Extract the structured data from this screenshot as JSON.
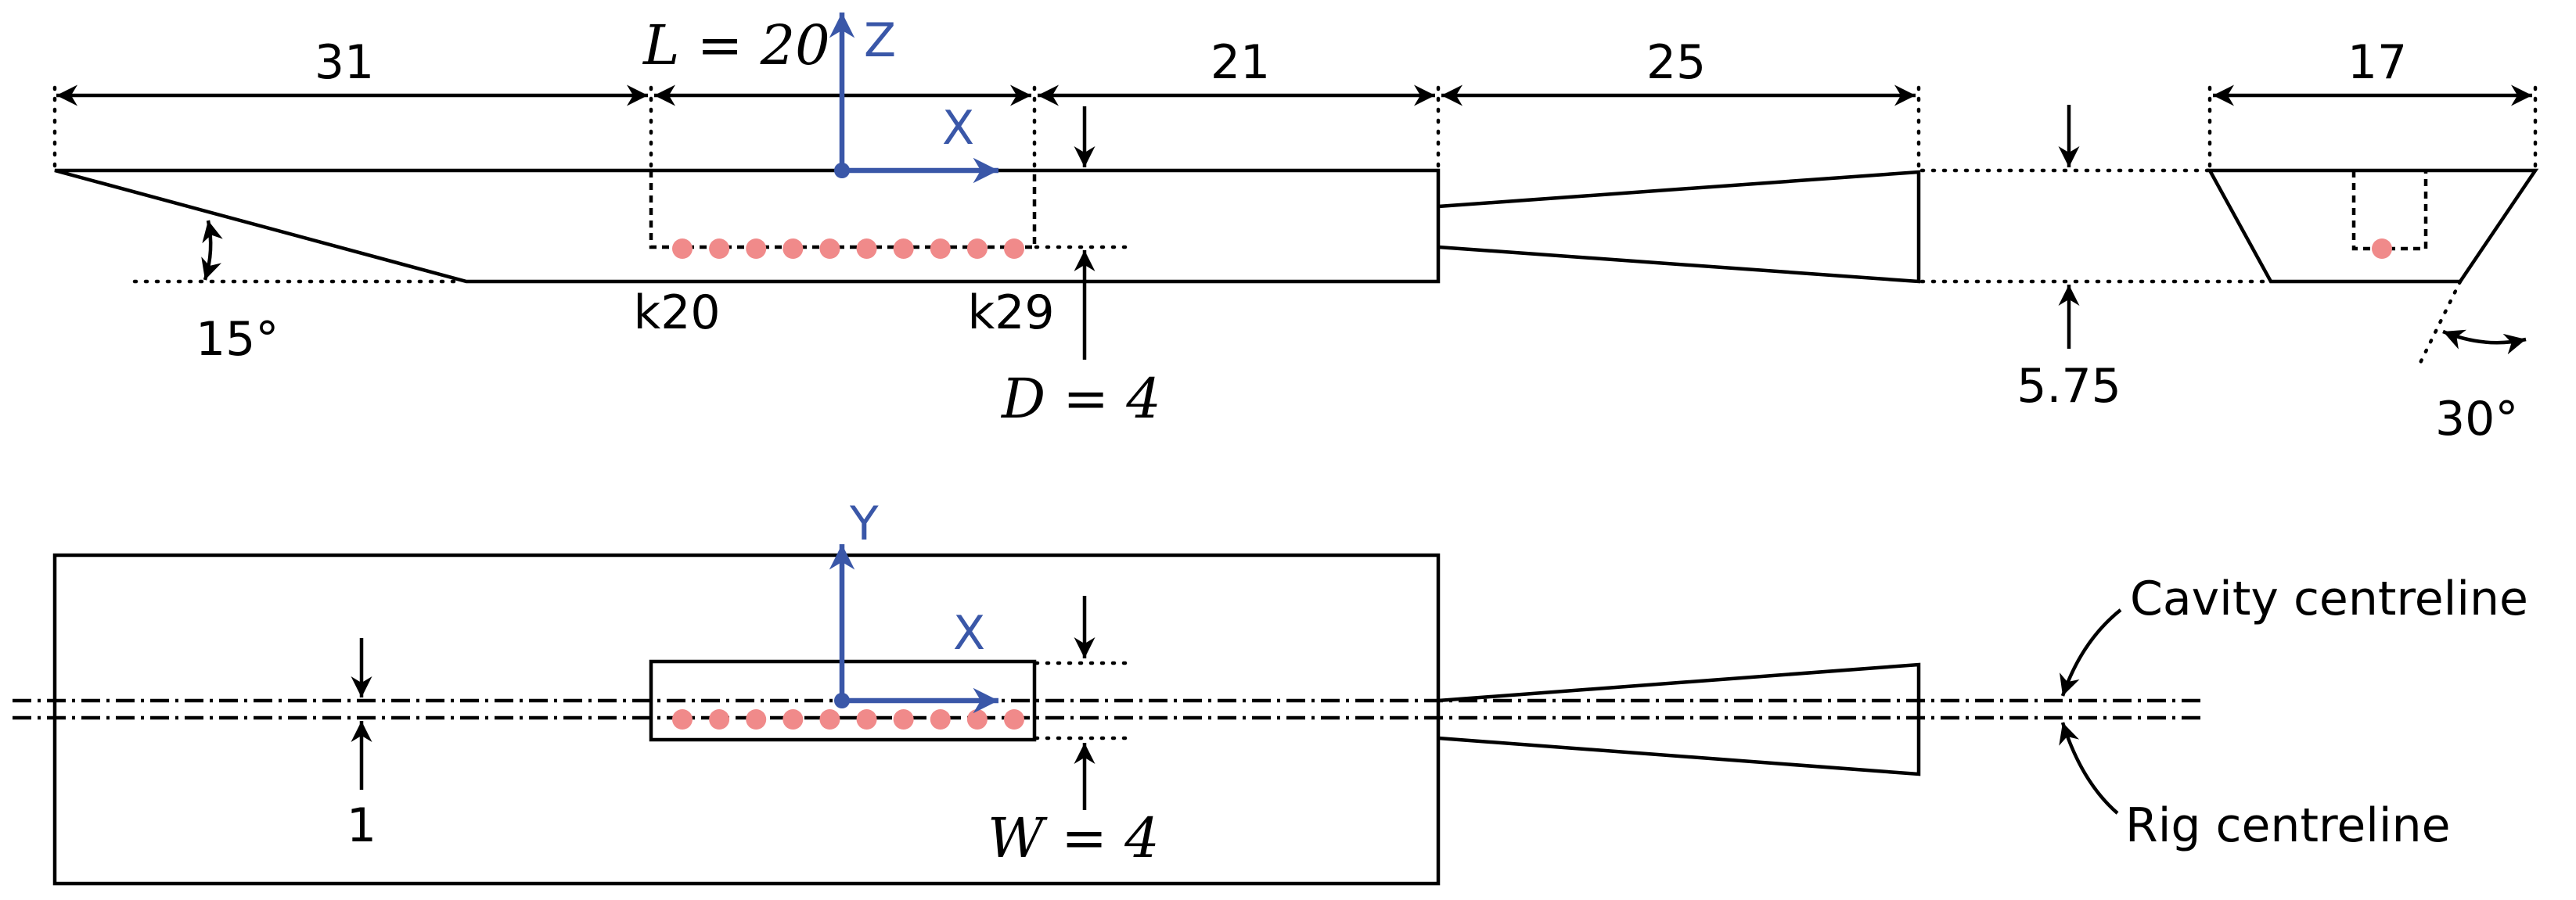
{
  "dimensions": {
    "length_upstream": "31",
    "length_cavity": "L = 20",
    "length_downstream": "21",
    "length_diffuser": "25",
    "width_end_view": "17",
    "depth": "D = 4",
    "width": "W = 4",
    "height": "5.75",
    "offset": "1",
    "ramp_angle": "15°",
    "wall_angle": "30°"
  },
  "probes": {
    "first": "k20",
    "last": "k29",
    "count": 10,
    "color": "#f08a8a"
  },
  "axes": {
    "x_label": "X",
    "y_label": "Y",
    "z_label": "Z",
    "color": "#3a57a8"
  },
  "centrelines": {
    "cavity": "Cavity centreline",
    "rig": "Rig centreline"
  }
}
